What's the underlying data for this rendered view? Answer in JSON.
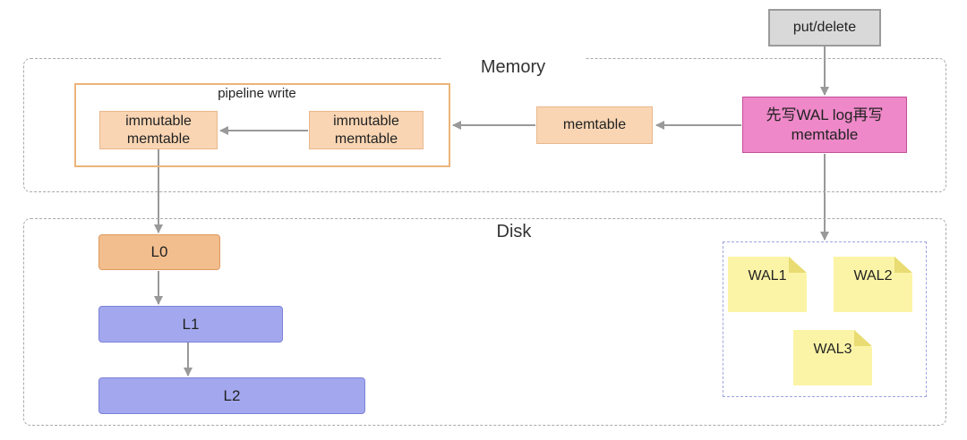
{
  "regions": {
    "memory": "Memory",
    "disk": "Disk"
  },
  "nodes": {
    "put_delete": "put/delete",
    "wal_then_memtable": [
      "先写WAL log再写",
      "memtable"
    ],
    "memtable": "memtable",
    "pipeline_write": "pipeline write",
    "immutable_left": [
      "immutable",
      "memtable"
    ],
    "immutable_right": [
      "immutable",
      "memtable"
    ],
    "l0": "L0",
    "l1": "L1",
    "l2": "L2"
  },
  "wal_files": [
    "WAL1",
    "WAL2",
    "WAL3"
  ],
  "colors": {
    "peach": "#f9d5b3",
    "pink": "#ee88c8",
    "level0": "#f2be8e",
    "level12": "#a3a8ee",
    "note": "#fbf4a6",
    "arrow": "#999999"
  },
  "flow": [
    "put/delete -> 先写WAL log再写 memtable",
    "先写WAL log再写 memtable -> memtable",
    "memtable -> immutable memtable",
    "immutable memtable -> immutable memtable",
    "immutable memtable -> L0",
    "L0 -> L1",
    "L1 -> L2",
    "先写WAL log再写 memtable -> WAL files"
  ]
}
